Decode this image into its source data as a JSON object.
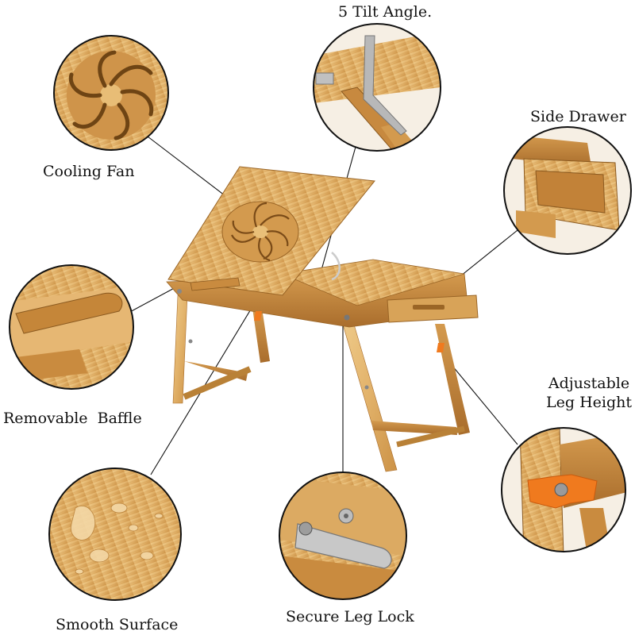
{
  "colors": {
    "bamboo_light": "#eac27d",
    "bamboo_mid": "#d9a35a",
    "bamboo_dark": "#b97e34",
    "bamboo_edge": "#9a6526",
    "lock_orange": "#f07a1e",
    "steel": "#c9c9c9",
    "circle_border": "#111111",
    "leader_line": "#111111"
  },
  "callouts": {
    "tilt": {
      "label": "5 Tilt Angle.",
      "icon": "tilt-stand-closeup"
    },
    "fan": {
      "label": "Cooling Fan",
      "icon": "cooling-fan-closeup"
    },
    "drawer": {
      "label": "Side Drawer",
      "icon": "side-drawer-closeup"
    },
    "baffle": {
      "label": "Removable  Baffle",
      "icon": "baffle-closeup"
    },
    "leg_height": {
      "label": "Adjustable\nLeg Height",
      "line1": "Adjustable",
      "line2": "Leg Height",
      "icon": "leg-knob-closeup"
    },
    "surface": {
      "label": "Smooth Surface",
      "icon": "water-drops-closeup"
    },
    "leg_lock": {
      "label": "Secure Leg Lock",
      "icon": "leg-lock-closeup"
    }
  }
}
